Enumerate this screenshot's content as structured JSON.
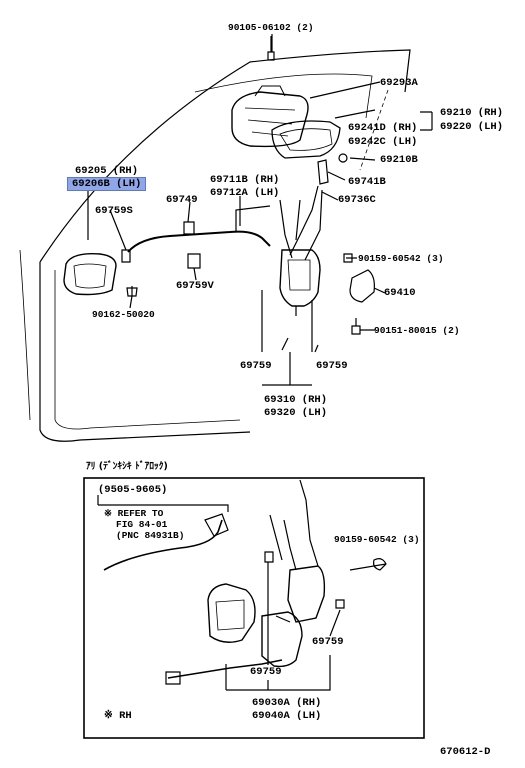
{
  "labels": {
    "p90105": "90105-06102 (2)",
    "p69293A": "69293A",
    "p69210": "69210 (RH)",
    "p69220": "69220 (LH)",
    "p69241D": "69241D (RH)",
    "p69242C": "69242C (LH)",
    "p69210B": "69210B",
    "p69205": "69205  (RH)",
    "p69206B": "69206B (LH)",
    "p69711B": "69711B (RH)",
    "p69712A": "69712A (LH)",
    "p69741B": "69741B",
    "p69736C": "69736C",
    "p69749": "69749",
    "p69759S": "69759S",
    "p69759V": "69759V",
    "p90159a": "90159-60542 (3)",
    "p69410": "69410",
    "p90162": "90162-50020",
    "p90151": "90151-80015 (2)",
    "p69759a": "69759",
    "p69759b": "69759",
    "p69310": "69310 (RH)",
    "p69320": "69320 (LH)",
    "section_title": "ｱﾘ (ﾃﾞﾝｷｼｷ ﾄﾞｱﾛｯｸ)",
    "date_range": "(9505-9605)",
    "refer1": "※ REFER TO",
    "refer2": "FIG 84-01",
    "refer3": "(PNC 84931B)",
    "p90159b": "90159-60542 (3)",
    "p69759c": "69759",
    "p69759d": "69759",
    "p69030A": "69030A (RH)",
    "p69040A": "69040A (LH)",
    "rh_note": "※ RH",
    "figure_code": "670612-D"
  },
  "colors": {
    "highlight": "#8fa6e8",
    "line": "#000000"
  }
}
